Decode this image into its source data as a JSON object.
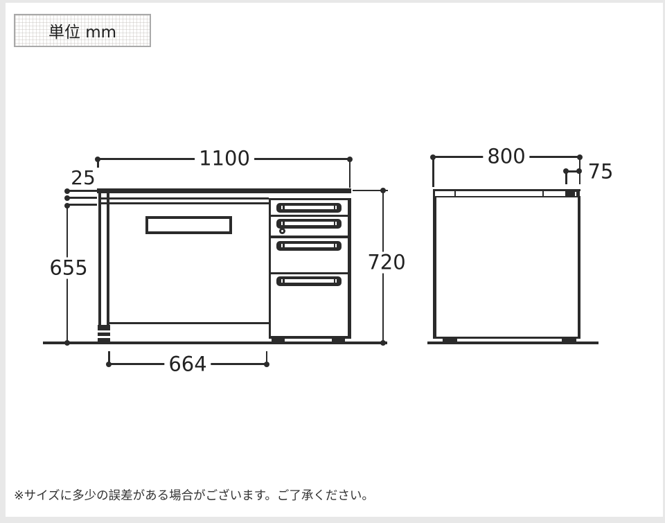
{
  "unit_box": {
    "label": "単位 mm"
  },
  "footnote": "※サイズに多少の誤差がある場合がございます。ご了承ください。",
  "diagram": {
    "kind": "desk dimension drawing, front view and side view",
    "line_color": "#2b2b2b",
    "background": "#ffffff",
    "frame_color": "#e8e8e8",
    "dimensions": {
      "width": "1100",
      "top_thickness": "25",
      "under_height": "655",
      "knee_space": "664",
      "height": "720",
      "depth": "800",
      "edge": "75"
    }
  }
}
